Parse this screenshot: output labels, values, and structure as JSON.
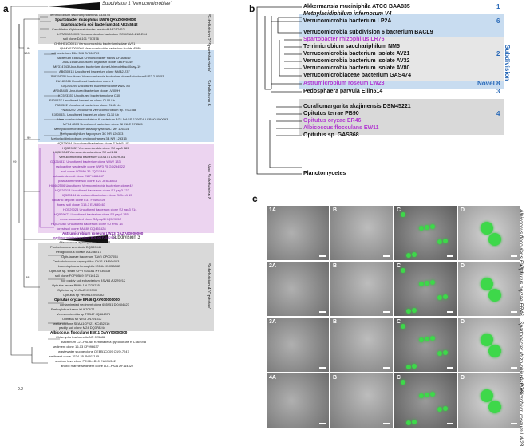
{
  "panels": {
    "a": "a",
    "b": "b",
    "c": "c"
  },
  "panel_a": {
    "top_label": "Subdivision 1 'Verrucomicrobiae'",
    "scale": "0.2",
    "subdivisions": [
      {
        "id": "sub2",
        "label": "Subdivision 2 'Spartobacteria'"
      },
      {
        "id": "sub6",
        "label": "Subdivision 6"
      },
      {
        "id": "sub8",
        "label": "New Subdivision 8"
      },
      {
        "id": "sub3",
        "label": "Subdivision 3"
      },
      {
        "id": "sub4",
        "label": "Subdivision 4 'Opitutae'"
      }
    ],
    "taxa": [
      "Terrimicrobium sacchariphilum NB 133B7B",
      "Spartobacter rhizophilus LW76 QAYZ00000000",
      "Spartobacteria soil bacterium 344 AB245342",
      "Candidatus Xiphinematobacter brevicolli AF217462",
      "LSTA01000005 Verrucomicrobia bacterium SCGC AG-212-E04",
      "soil clone DA101 Y07576",
      "QHNH01000013 Verrucomicrobia bacterium isolate AV21",
      "QHMY01000004 Verrucomicrobia bacterium isolate AV89",
      "soil bacterium Ellin 506 AY960769",
      "Bacterium Ellin428 Chthoniobacter flavus AY388649",
      "JN521648 Uncultured organism clone SBZP 6740",
      "MF314743 Uncultured bacterium clone Unimodetbsd-0day-19",
      "AB630913 Uncultured bacterium clone NMB2-237",
      "JN825625 Uncultured Verrucomicrobia bacterium clone Aichichica ALS2 2 1B 53",
      "EU183066 Uncultured bacterium clone 2",
      "GQ264395 Uncultured bacterium clone WW2 85",
      "MF048435 Uncultured bacterium clone LV809H",
      "KC523357 Uncultured bacterium clone C40",
      "F800537 Uncultured bacterium clone CL06 Lb",
      "F800522 Uncultured bacterium clone CL11 Lb",
      "FN668202 Uncultured Verrucomicrobium sp. 2S-2-58",
      "FJ800531 Uncultured bacterium clone CL10 Lb",
      "Verrucomicrobia subdivision 6 bacterium BG1 NAGS-1209DA LEBN01000093",
      "MF04 8503 Uncultured bacterium clone NH 1LE 074585",
      "Methylacidimicrobium tartarophylax 4AC MR 126314",
      "Methylacidiphilum fagopyrum 3C NR 126313",
      "Methylacidimicrobium cyclopophantes 3B NR 126315",
      "HQ529094 Uncultured bacterium clone SJ sbt5 103",
      "HQ529057 Verrucomicrobia clone SJ squ3 189",
      "HQ529043 Verrucomicrobia clone SJ sbt1 82",
      "Verrucomicrobia bacterium GAS474 LT629781",
      "GQ264311 Uncultured bacterium clone WW2 133",
      "radioactive waste site clone WW3 75 GQ264522",
      "soil clone OTU80-36 JQ311849",
      "volcanic deposit clone E8 FJ466437",
      "potassium mine soil clone E23 JF833853",
      "HQ462506 Uncultured Verrucomicrobia bacterium clone 42",
      "HQ529013 Uncultured bacterium clone SJ pap3 122",
      "HQ529144 Uncultured bacterium clone SJ frm1 15",
      "volcanic deposit clone E31 FJ466419",
      "forest soil clone G15-3 EU680463",
      "HQ529024 Uncultured bacterium clone SJ squ3 214",
      "HQ529073 Uncultured bacterium clone SJ pap4 135",
      "moss associated clone SJ pap3 HQ529050",
      "HQ529062 Uncultured bacterium clone SJ frm1 13",
      "forest soil clone FAC89 DQ451528",
      "Astrumicrobium roseum LW23 QAZA00000000",
      "earthworm intestine clone B01-06 FJ542937",
      "Alterococcus agarolyticus AF075271",
      "Puniceicoccus vermicola DQ539046",
      "Pelagicoccus litoralis AB286017",
      "Opitutaceae bacterium TAV5 CP007053",
      "Cephaloticoccus capnophilus CV41 KM066003",
      "Lacunisphaera limnophila IG16b KX058882",
      "Opitutus sp. strain CPH S01161 KY039339",
      "soil clone FCPO589 EF516121",
      "rice paddy soil eubacterium BSV64 AJ229212",
      "Opitutus terrae PB90-1 AJ229235",
      "Opitutus sp VeGlc2 X99390",
      "Opitutus sp VeSm13 X99392",
      "Opitutus oryzae ER46 QAYX00000000",
      "contaminated sediment clone 655951 DQ404823",
      "Ereboglobus luteus KU670677",
      "Verrucomicrobia sp TSB47 JQ864375",
      "Opitutus sp WS3 JN791512",
      "wetland clone SEAA1CF021 KC432016",
      "paddy soil clone M24 DQ378244",
      "Albicoccus flocculans EW11 QAYY00000000",
      "Chlamydia trachomatis NR 025888",
      "Bacterium L21-Fru-AB Kiritimatiella glycovorans K C665948",
      "sediment clone 16-13 KF996637",
      "wastewater sludge clone QEBB1CC09 CU917547",
      "sediment clone JS34-25 JN207195",
      "seafloor lava clone P0X3b1B10 EU491342",
      "anoxic marine sediment clone LD1-PA34 AY114322"
    ],
    "bootstrap": [
      "99",
      "100",
      "94",
      "99",
      "88"
    ]
  },
  "panel_b": {
    "taxa": [
      {
        "name": "Akkermansia muciniphila ATCC BAA835",
        "style": "bold",
        "group": "1"
      },
      {
        "name": "Methylacidiphilum infernorum V4",
        "style": "bold-italic",
        "group": ""
      },
      {
        "name": "Verrucomicrobia bacterium LP2A",
        "style": "bold",
        "group": "6"
      },
      {
        "name": "Verrucomicrobia subdivision 6 bacterium BACL9",
        "style": "bold",
        "group": ""
      },
      {
        "name": "Spartobacter rhizophilus LR76",
        "style": "purple",
        "group": ""
      },
      {
        "name": "Terrimicrobium sacchariphilum NM5",
        "style": "bold",
        "group": ""
      },
      {
        "name": "Verrucomicrobia bacterium isolate AV21",
        "style": "bold",
        "group": "2"
      },
      {
        "name": "Verrucomicrobia bacterium isolate AV32",
        "style": "bold",
        "group": ""
      },
      {
        "name": "Verrucomicrobia bacterium isolate AV80",
        "style": "bold",
        "group": ""
      },
      {
        "name": "Verrucomicrobiaceae bacterium GAS474",
        "style": "bold",
        "group": ""
      },
      {
        "name": "Astrumicrobium roseum LW23",
        "style": "purple",
        "group": "Novel 8"
      },
      {
        "name": "Pedosphaera parvula Ellin514",
        "style": "bold",
        "group": "3"
      },
      {
        "name": "Coraliomargarita akajimensis DSM45221",
        "style": "bold",
        "group": ""
      },
      {
        "name": "Opitutus terrae PB90",
        "style": "bold",
        "group": "4"
      },
      {
        "name": "Opitutus oryzae ER46",
        "style": "purple",
        "group": ""
      },
      {
        "name": "Albicoccus flocculans EW11",
        "style": "purple",
        "group": ""
      },
      {
        "name": "Opitutus sp. GAS368",
        "style": "bold",
        "group": ""
      },
      {
        "name": "Planctomycetes",
        "style": "bold",
        "group": ""
      }
    ],
    "subdivision_label": "Subdivision"
  },
  "panel_c": {
    "rows": [
      {
        "id": "1",
        "labels": [
          "1A",
          "B",
          "C",
          "D"
        ],
        "caption": "Albicoccus flocculans EW11"
      },
      {
        "id": "2",
        "labels": [
          "2A",
          "B",
          "C",
          "D"
        ],
        "caption": "Opitutus oryzae ER46"
      },
      {
        "id": "3",
        "labels": [
          "3A",
          "B",
          "C",
          "D"
        ],
        "caption": "Spartobacter rhizo-philus LR76"
      },
      {
        "id": "4",
        "labels": [
          "4A",
          "B",
          "C",
          "D"
        ],
        "caption": "Astrumicrobium roseum LW23"
      }
    ]
  },
  "colors": {
    "sub2_bg": "#d9d9d9",
    "sub6_bg": "#c8dcf0",
    "sub8_bg": "#ecd4f0",
    "sub4_bg": "#d9d9d9",
    "purple": "#8a2fb0",
    "blue_num": "#2a6ab8"
  }
}
